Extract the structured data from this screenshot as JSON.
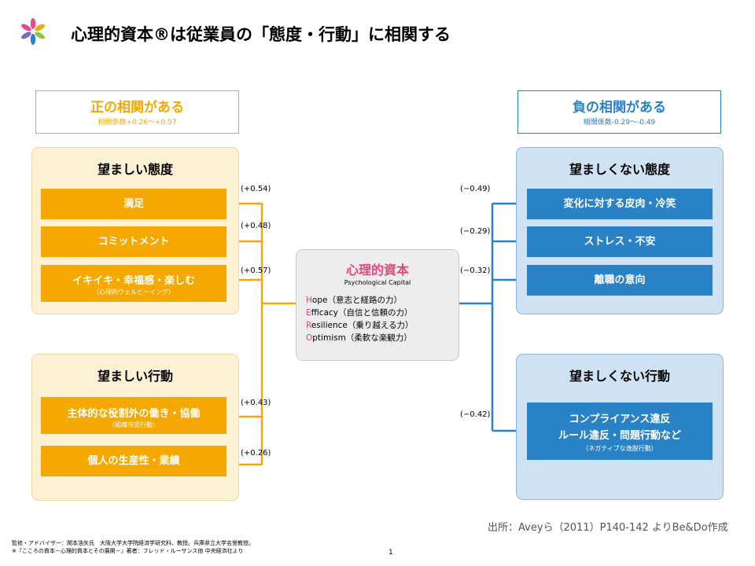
{
  "title": "心理的資本®は従業員の「態度・行動」に相関する",
  "positive": {
    "heading": "正の相関がある",
    "range": "相関係数+0.26～+0.57",
    "attitudes": {
      "title": "望ましい態度",
      "items": [
        {
          "label": "満足",
          "sub": "",
          "coef": "(+0.54)"
        },
        {
          "label": "コミットメント",
          "sub": "",
          "coef": "(+0.48)"
        },
        {
          "label": "イキイキ・幸福感・楽しむ",
          "sub": "（心理的ウェルビーイング）",
          "coef": "(+0.57)"
        }
      ]
    },
    "behaviors": {
      "title": "望ましい行動",
      "items": [
        {
          "label": "主体的な役割外の働き・協働",
          "sub": "（組織市民行動）",
          "coef": "(+0.43)"
        },
        {
          "label": "個人の生産性・業績",
          "sub": "",
          "coef": "(+0.26)"
        }
      ]
    }
  },
  "negative": {
    "heading": "負の相関がある",
    "range": "相関係数-0.29～-0.49",
    "attitudes": {
      "title": "望ましくない態度",
      "items": [
        {
          "label": "変化に対する皮肉・冷笑",
          "coef": "(−0.49)"
        },
        {
          "label": "ストレス・不安",
          "coef": "(−0.29)"
        },
        {
          "label": "離職の意向",
          "coef": "(−0.32)"
        }
      ]
    },
    "behaviors": {
      "title": "望ましくない行動",
      "item": {
        "line1": "コンプライアンス違反",
        "line2": "ルール違反・問題行動など",
        "sub": "（ネガティブな逸脱行動）",
        "coef": "(−0.42)"
      }
    }
  },
  "center": {
    "title": "心理的資本",
    "subtitle": "Psychological Capital",
    "items": [
      {
        "first": "H",
        "rest": "ope（意志と経路の力）"
      },
      {
        "first": "E",
        "rest": "fficacy（自信と信頼の力）"
      },
      {
        "first": "R",
        "rest": "esilience（乗り越える力）"
      },
      {
        "first": "O",
        "rest": "ptimism（柔軟な楽観力）"
      }
    ]
  },
  "source": "出所：Aveyら（2011）P140-142 よりBe&Do作成",
  "footnote1": "監修・アドバイザー：関本浩矢氏　大阪大学大学院経済学研究科、教授。兵庫県立大学名誉教授。",
  "footnote2": "※『こころの資本－心理的資本とその展開－』著者：フレッド・ルーサンス他 中央経済社より",
  "page_number": "1",
  "colors": {
    "orange": "#f5a800",
    "blue": "#2a82c6",
    "pink": "#e6467a",
    "logo_colors": [
      "#e84a8a",
      "#f5a800",
      "#2a82c6",
      "#8dc63f",
      "#7b68c8"
    ]
  }
}
